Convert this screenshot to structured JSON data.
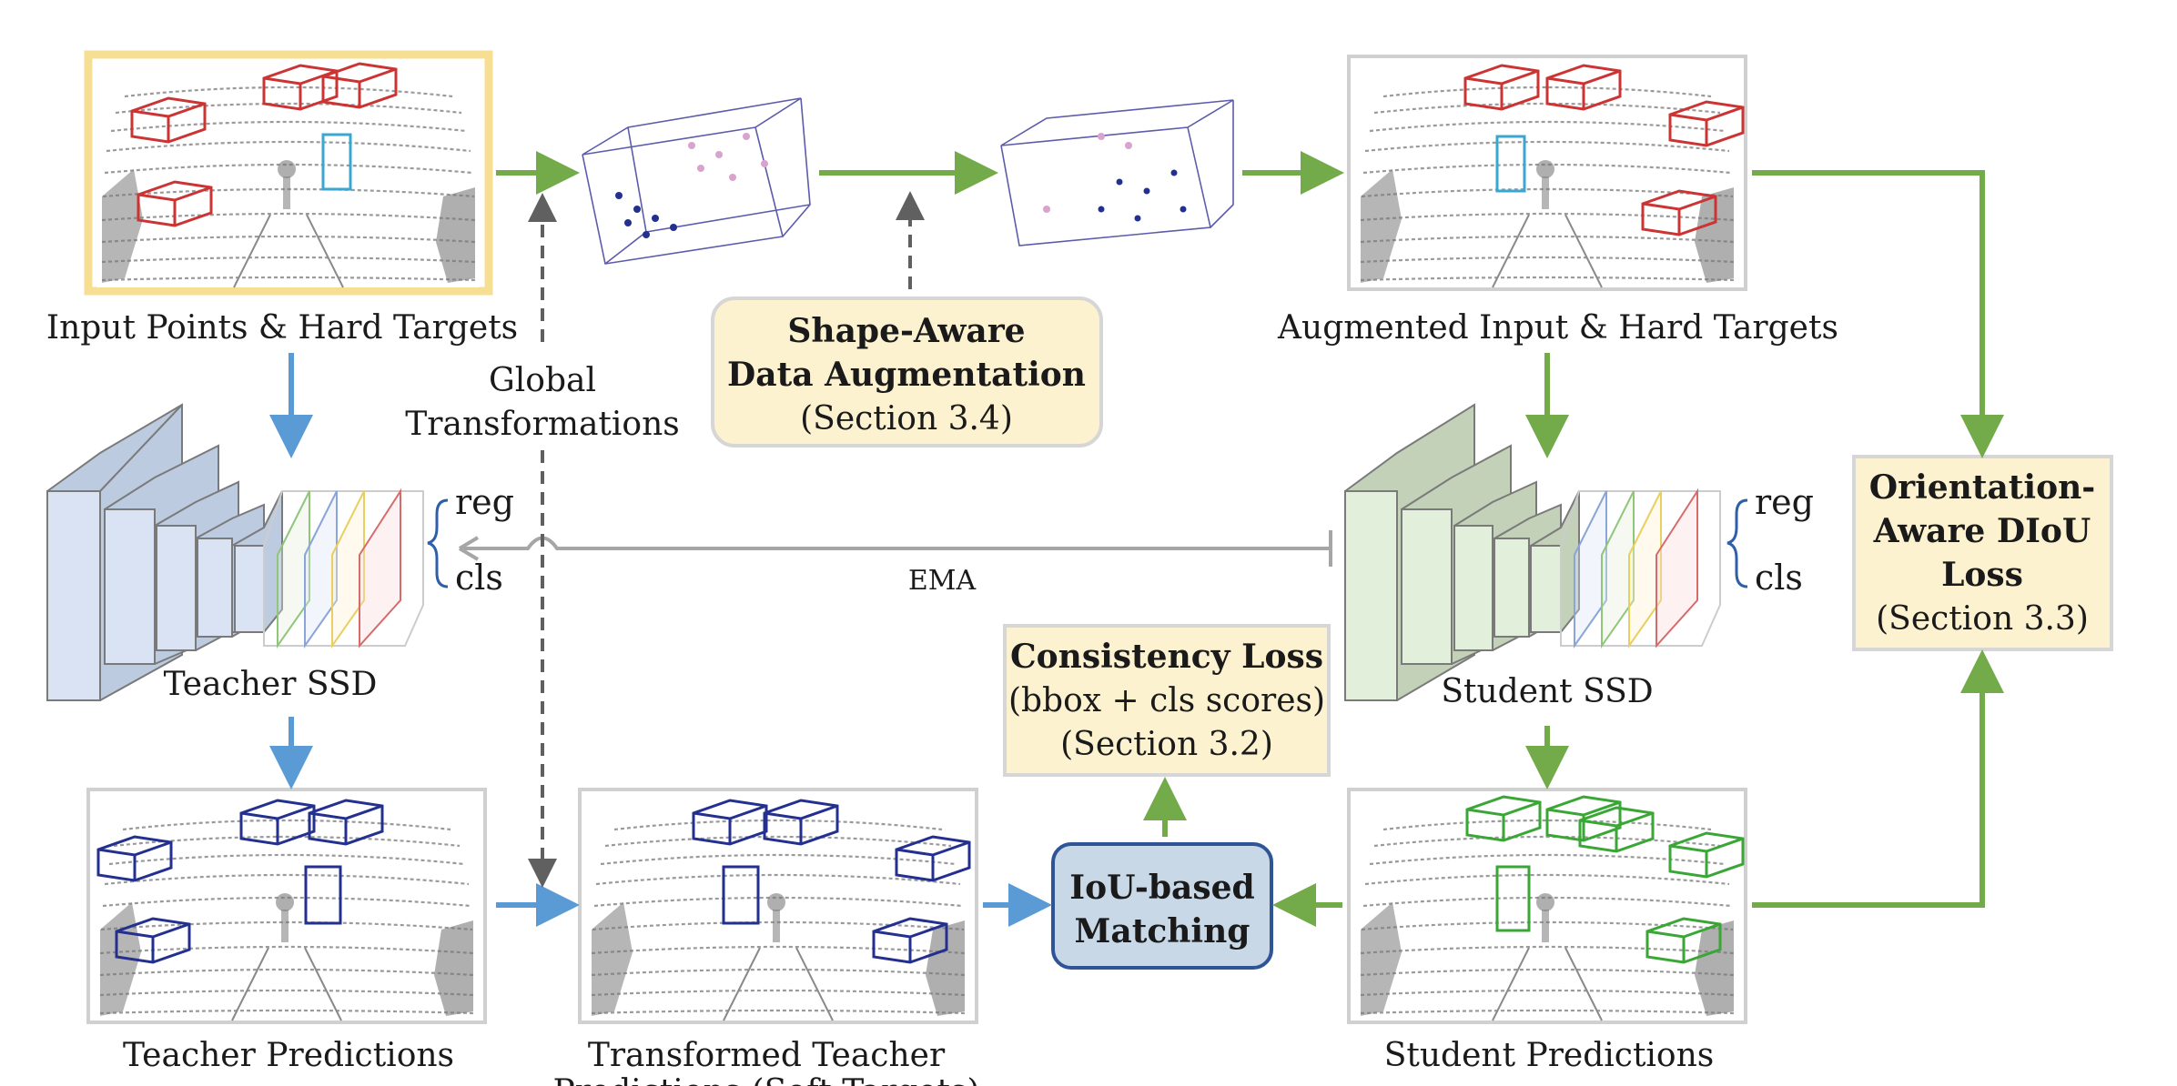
{
  "labels": {
    "input_points": "Input Points & Hard Targets",
    "augmented_input": "Augmented Input & Hard Targets",
    "global_transform_1": "Global",
    "global_transform_2": "Transformations",
    "teacher_ssd": "Teacher SSD",
    "student_ssd": "Student SSD",
    "teacher_predictions": "Teacher Predictions",
    "transformed_teacher_1": "Transformed Teacher",
    "transformed_teacher_2": "Predictions (Soft Targets)",
    "student_predictions": "Student Predictions",
    "ema": "EMA",
    "reg": "reg",
    "cls": "cls"
  },
  "boxes": {
    "shape_aware": {
      "title_1": "Shape-Aware",
      "title_2": "Data Augmentation",
      "section": "(Section 3.4)"
    },
    "consistency": {
      "title": "Consistency Loss",
      "subtitle": "(bbox + cls scores)",
      "section": "(Section 3.2)"
    },
    "iou": {
      "title_1": "IoU-based",
      "title_2": "Matching"
    },
    "orientation": {
      "title_1": "Orientation-",
      "title_2": "Aware DIoU",
      "title_3": "Loss",
      "section": "(Section 3.3)"
    }
  },
  "colors": {
    "green_arrow": "#73aa4a",
    "blue_arrow": "#5b9bd5",
    "gray_arrow": "#a6a6a6",
    "dashed_arrow": "#606060",
    "box_yellow_fill": "#fdf2d0",
    "box_yellow_border": "#d6d6d6",
    "iou_fill": "#c9d8e6",
    "iou_border": "#2f5597",
    "teacher_net": "#dae3f3",
    "student_net": "#e2efda",
    "red_box": "#cc3333",
    "cyan_box": "#3aa7d0",
    "navy_box": "#23308f",
    "green_box": "#3aa635",
    "input_highlight": "#f6df93"
  },
  "icons": [
    "point-cloud-scene",
    "point-cloud-cube",
    "network-stack-icon",
    "bounding-box-3d"
  ]
}
